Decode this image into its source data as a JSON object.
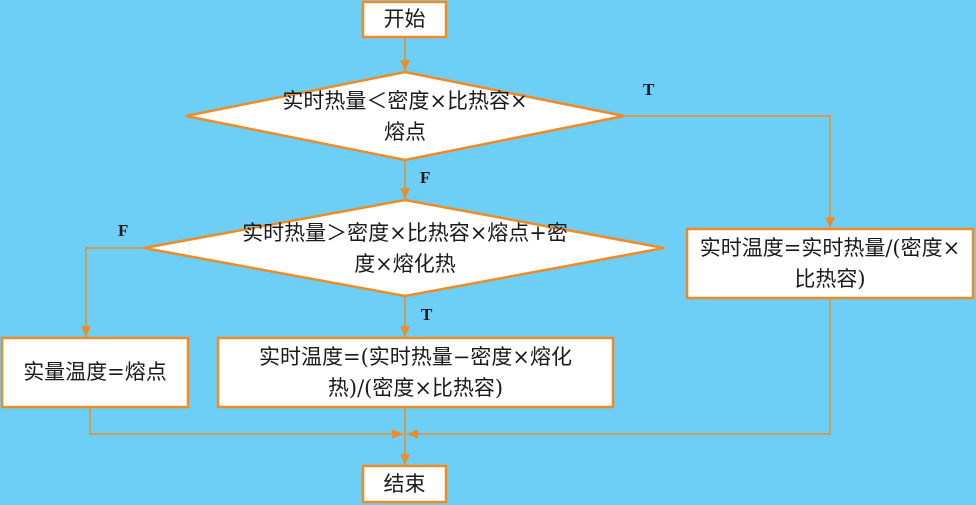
{
  "colors": {
    "background": "#6dcff6",
    "box_fill": "#ffffff",
    "stroke": "#f08a24",
    "text": "#1a1a1a"
  },
  "nodes": {
    "start": "开始",
    "decision1": "实时热量＜密度×比热容×熔点",
    "decision2": "实时热量＞密度×比热容×熔点+密度×熔化热",
    "process_right": "实时温度=实时热量/(密度×比热容)",
    "process_left": "实量温度=熔点",
    "process_middle": "实时温度=(实时热量−密度×熔化热)/(密度×比热容)",
    "end": "结束"
  },
  "edge_labels": {
    "d1_true": "T",
    "d1_false": "F",
    "d2_true": "T",
    "d2_false": "F"
  }
}
